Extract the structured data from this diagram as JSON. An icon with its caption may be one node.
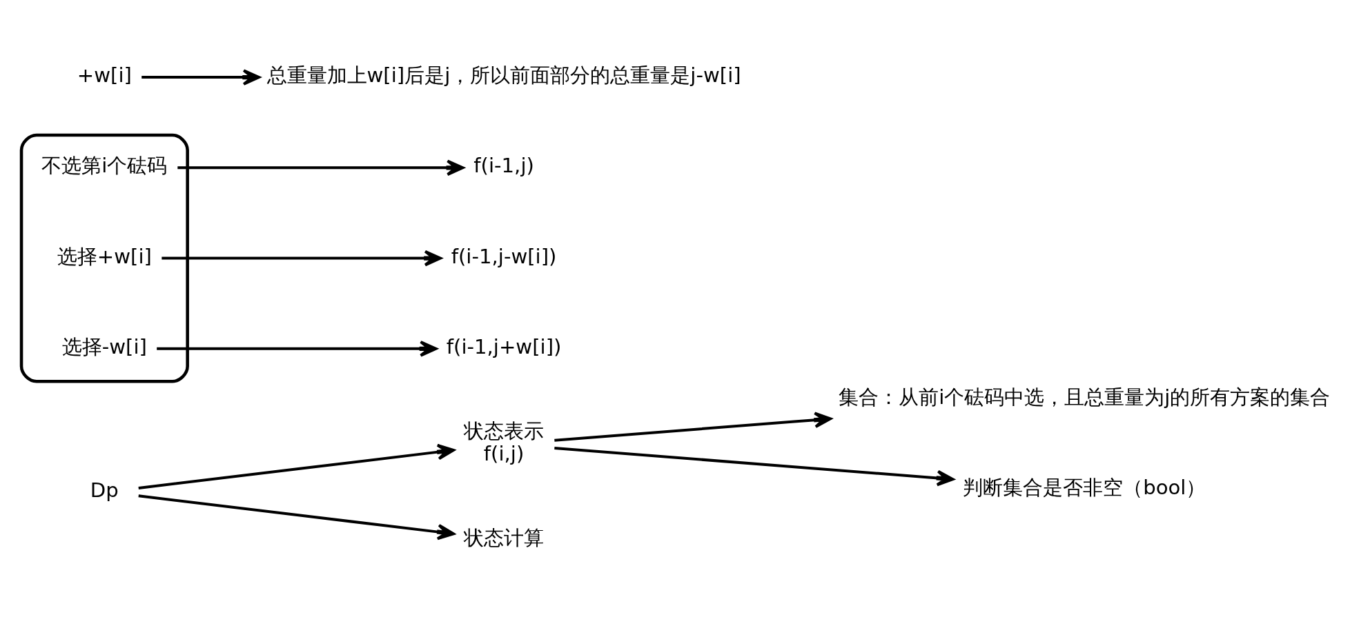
{
  "diagram": {
    "nodes": [
      {
        "text": [
          "Dp"
        ]
      },
      {
        "text": [
          "状态表示",
          "f(i,j)"
        ]
      },
      {
        "text": [
          "集合：从前i个砝码中选，且总重量为j的所有方案的集合"
        ]
      },
      {
        "text": [
          "判断集合是否非空（bool）"
        ]
      },
      {
        "text": [
          "状态计算"
        ]
      },
      {
        "text": [],
        "shape": "ellipse"
      },
      {
        "text": [
          "不选第i个砝码"
        ],
        "in": 5
      },
      {
        "text": [
          "选择+w[i]"
        ],
        "in": 5
      },
      {
        "text": [
          "选择-w[i]"
        ],
        "in": 5
      },
      {
        "text": [
          "f(i-1,j)"
        ]
      },
      {
        "text": [
          "f(i-1,j-w[i])"
        ]
      },
      {
        "text": [
          "f(i-1,j+w[i])"
        ]
      },
      {
        "text": [
          "+w[i]"
        ]
      },
      {
        "text": [
          "总重量加上w[i]后是j，所以前面部分的总重量是j-w[i]"
        ]
      }
    ],
    "edges": [
      {
        "from": 0,
        "to": 1,
        "arrow": "to"
      },
      {
        "from": 0,
        "to": 4,
        "arrow": "to"
      },
      {
        "from": 1,
        "to": 2,
        "arrow": "to"
      },
      {
        "from": 1,
        "to": 3,
        "arrow": "to"
      },
      {
        "from": 6,
        "to": 9,
        "arrow": "to"
      },
      {
        "from": 7,
        "to": 10,
        "arrow": "to"
      },
      {
        "from": 8,
        "to": 11,
        "arrow": "to"
      },
      {
        "from": 12,
        "to": 13,
        "arrow": "to"
      }
    ]
  }
}
